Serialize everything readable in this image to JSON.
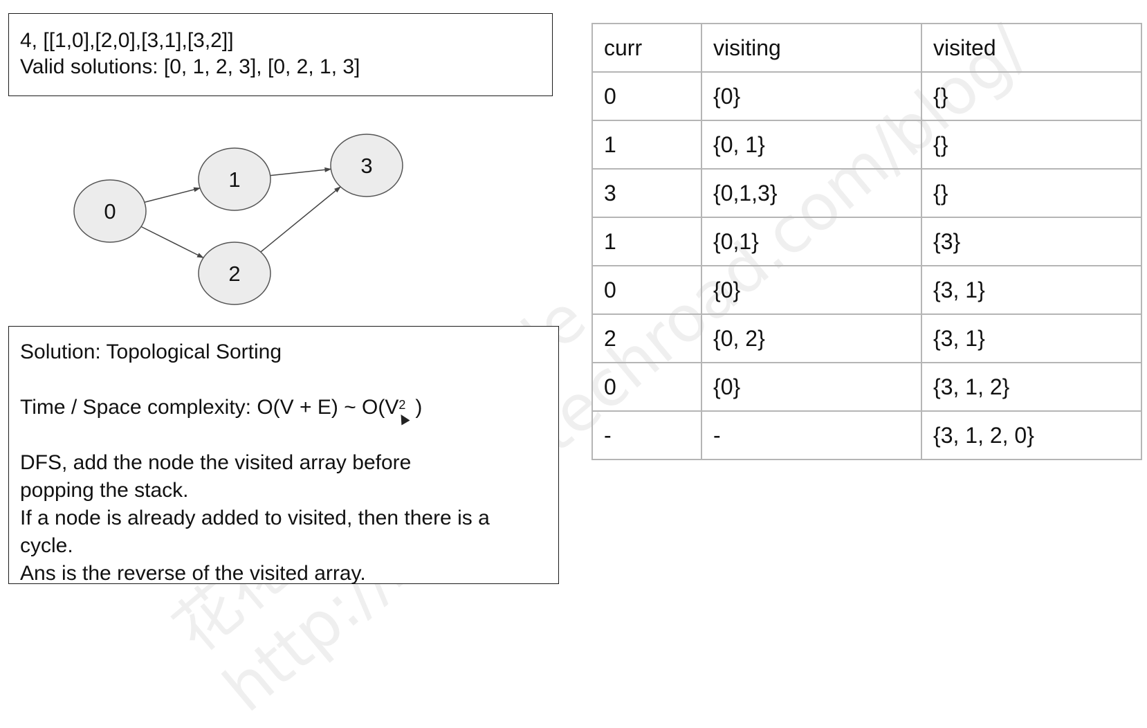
{
  "problem": {
    "input_line": "4, [[1,0],[2,0],[3,1],[3,2]]",
    "valid_line": "Valid solutions: [0, 1, 2, 3], [0, 2, 1, 3]"
  },
  "graph": {
    "nodes": [
      "0",
      "1",
      "2",
      "3"
    ],
    "edges": [
      [
        "0",
        "1"
      ],
      [
        "0",
        "2"
      ],
      [
        "1",
        "3"
      ],
      [
        "2",
        "3"
      ]
    ]
  },
  "solution": {
    "title": "Solution: Topological Sorting",
    "complexity_prefix": "Time / Space complexity: O(V + E) ~ O(V",
    "complexity_exp": "2",
    "complexity_suffix": ")",
    "dfs_line1": "DFS, add the node the visited array before",
    "dfs_line2": "popping the stack.",
    "cycle_line1": "If a node is already added to visited, then there is a",
    "cycle_line2": "cycle.",
    "ans_line": "Ans is the reverse of the visited array."
  },
  "table": {
    "headers": [
      "curr",
      "visiting",
      "visited"
    ],
    "rows": [
      [
        "0",
        "{0}",
        "{}"
      ],
      [
        "1",
        "{0, 1}",
        "{}"
      ],
      [
        "3",
        "{0,1,3}",
        "{}"
      ],
      [
        "1",
        "{0,1}",
        "{3}"
      ],
      [
        "0",
        "{0}",
        "{3, 1}"
      ],
      [
        "2",
        "{0, 2}",
        "{3, 1}"
      ],
      [
        "0",
        "{0}",
        "{3, 1, 2}"
      ],
      [
        "-",
        "-",
        "{3, 1, 2, 0}"
      ]
    ]
  },
  "watermark": {
    "line1": "花花酱 LeetCode",
    "line2": "http://zxi.mytechroad.com/blog/"
  },
  "colors": {
    "node_fill": "#ececec",
    "node_stroke": "#555555",
    "edge": "#444444",
    "table_border": "#b5b5b5",
    "box_border": "#1a1a1a"
  }
}
